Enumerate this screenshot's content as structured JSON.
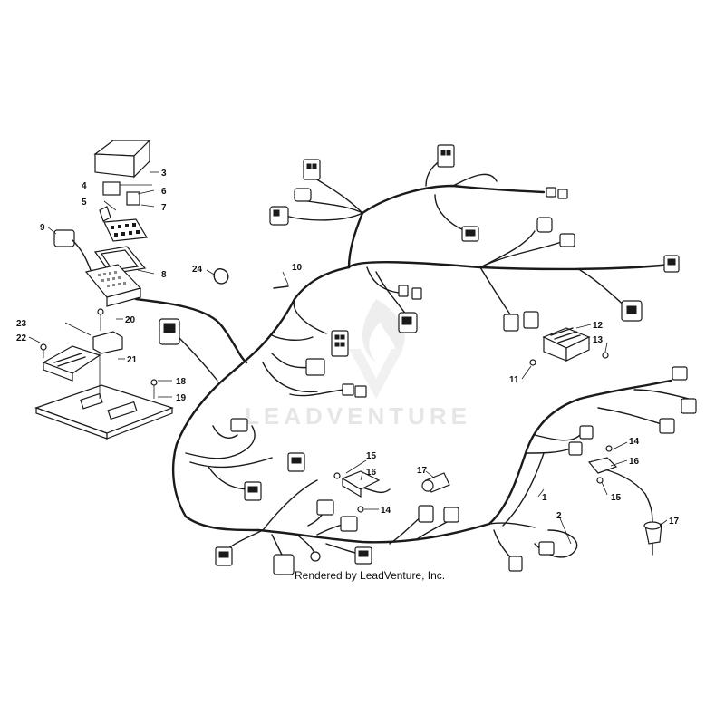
{
  "watermark": {
    "brand": "LEADVENTURE",
    "logo_icon": "leadventure-flame-logo-icon"
  },
  "credit": "Rendered by LeadVenture, Inc.",
  "callouts": [
    {
      "id": "c1",
      "text": "1"
    },
    {
      "id": "c2",
      "text": "2"
    },
    {
      "id": "c3",
      "text": "3"
    },
    {
      "id": "c4",
      "text": "4"
    },
    {
      "id": "c5",
      "text": "5"
    },
    {
      "id": "c6",
      "text": "6"
    },
    {
      "id": "c7",
      "text": "7"
    },
    {
      "id": "c8",
      "text": "8"
    },
    {
      "id": "c9",
      "text": "9"
    },
    {
      "id": "c10",
      "text": "10"
    },
    {
      "id": "c11",
      "text": "11"
    },
    {
      "id": "c12",
      "text": "12"
    },
    {
      "id": "c13",
      "text": "13"
    },
    {
      "id": "c14a",
      "text": "14"
    },
    {
      "id": "c14b",
      "text": "14"
    },
    {
      "id": "c15a",
      "text": "15"
    },
    {
      "id": "c15b",
      "text": "15"
    },
    {
      "id": "c16a",
      "text": "16"
    },
    {
      "id": "c16b",
      "text": "16"
    },
    {
      "id": "c17a",
      "text": "17"
    },
    {
      "id": "c17b",
      "text": "17"
    },
    {
      "id": "c18",
      "text": "18"
    },
    {
      "id": "c19",
      "text": "19"
    },
    {
      "id": "c20",
      "text": "20"
    },
    {
      "id": "c21",
      "text": "21"
    },
    {
      "id": "c22",
      "text": "22"
    },
    {
      "id": "c23",
      "text": "23"
    },
    {
      "id": "c24",
      "text": "24"
    }
  ]
}
